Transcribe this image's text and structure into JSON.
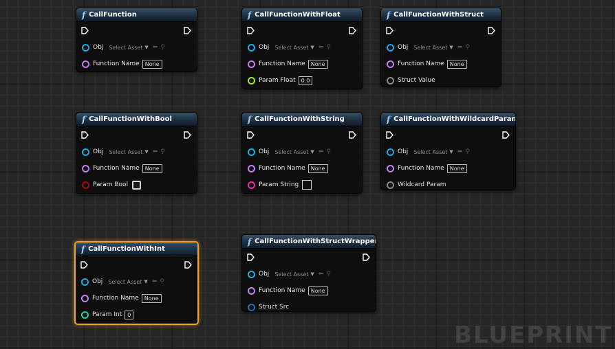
{
  "watermark": "BLUEPRINT",
  "colors": {
    "selected_border": "#f5a31a",
    "pin_object": "#1fa9e1",
    "pin_name": "#c67ff2",
    "pin_float": "#9ce43b",
    "pin_bool": "#a10d0d",
    "pin_string": "#f02ca3",
    "pin_int": "#1ed4a6",
    "pin_wildcard": "#8a8a8a",
    "pin_struct": "#1f6db8"
  },
  "common": {
    "obj_label": "Obj",
    "select_asset": "Select Asset",
    "function_name_label": "Function Name",
    "function_name_value": "None"
  },
  "nodes": {
    "call_function": {
      "title": "CallFunction"
    },
    "call_function_with_float": {
      "title": "CallFunctionWithFloat",
      "param_label": "Param Float",
      "param_value": "0.0"
    },
    "call_function_with_struct": {
      "title": "CallFunctionWithStruct",
      "param_label": "Struct Value"
    },
    "call_function_with_bool": {
      "title": "CallFunctionWithBool",
      "param_label": "Param Bool"
    },
    "call_function_with_string": {
      "title": "CallFunctionWithString",
      "param_label": "Param String"
    },
    "call_function_with_wildcard_param": {
      "title": "CallFunctionWithWildcardParam",
      "param_label": "Wildcard Param"
    },
    "call_function_with_int": {
      "title": "CallFunctionWithInt",
      "param_label": "Param Int",
      "param_value": "0"
    },
    "call_function_with_struct_wrapper": {
      "title": "CallFunctionWithStructWrapper",
      "param_label": "Struct Src"
    }
  }
}
